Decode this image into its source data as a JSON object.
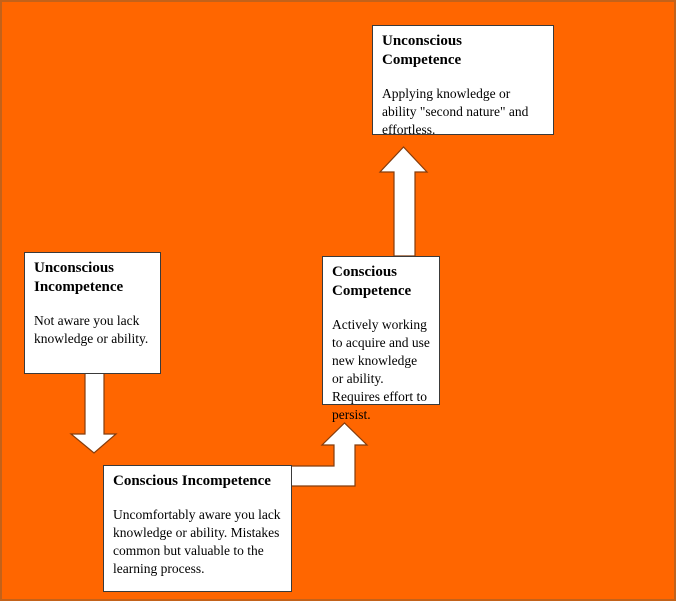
{
  "page": {
    "title": "Four Stages of Competence diagram",
    "colors": {
      "bg": "#ff6600",
      "page_border": "#c3621a",
      "box_fill": "#ffffff",
      "box_border": "#3a3a3a",
      "arrow_fill": "#ffffff",
      "arrow_outline": "#843c0c",
      "text": "#000000"
    }
  },
  "stages": [
    {
      "title": "Unconscious Incompetence",
      "description": "Not aware you lack knowledge or ability."
    },
    {
      "title": "Conscious Incompetence",
      "description": "Uncomfortably aware you lack knowledge or ability. Mistakes common but valuable to the learning process."
    },
    {
      "title": "Conscious Competence",
      "description": "Actively working to acquire and use new knowledge or ability. Requires effort to persist."
    },
    {
      "title": "Unconscious Competence",
      "description": "Applying knowledge or ability \"second nature\" and effortless."
    }
  ],
  "arrows": [
    {
      "name": "down-arrow",
      "from": "Unconscious Incompetence",
      "to": "Conscious Incompetence",
      "direction": "down"
    },
    {
      "name": "bent-up-arrow",
      "from": "Conscious Incompetence",
      "to": "Conscious Competence",
      "direction": "right-then-up"
    },
    {
      "name": "up-arrow",
      "from": "Conscious Competence",
      "to": "Unconscious Competence",
      "direction": "up"
    }
  ]
}
